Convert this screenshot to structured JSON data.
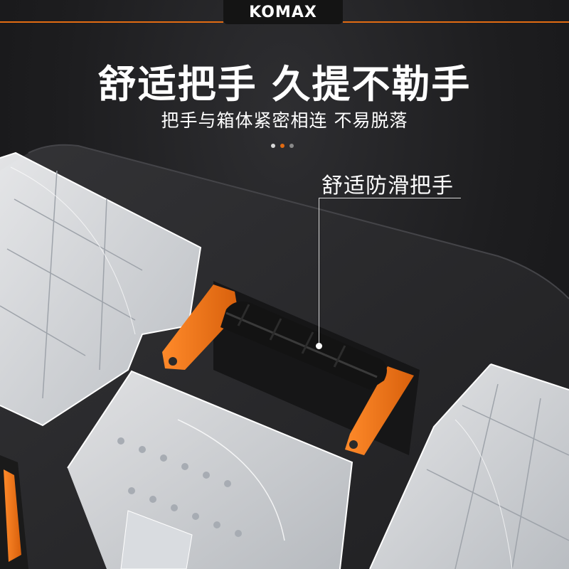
{
  "brand": {
    "logo_text": "KOMAX",
    "accent_color": "#e26b12"
  },
  "headline": "舒适把手 久提不勒手",
  "subheadline": "把手与箱体紧密相连 不易脱落",
  "carousel": {
    "total": 3,
    "active_index": 1,
    "colors": [
      "#d9d9d9",
      "#e26b12",
      "#8a8a8a"
    ]
  },
  "callout": {
    "label": "舒适防滑把手"
  },
  "colors": {
    "background": "#1c1c1e",
    "toolbox_lid": "#2a2a2c",
    "handle_orange": "#f07a1a",
    "handle_black": "#151515"
  }
}
